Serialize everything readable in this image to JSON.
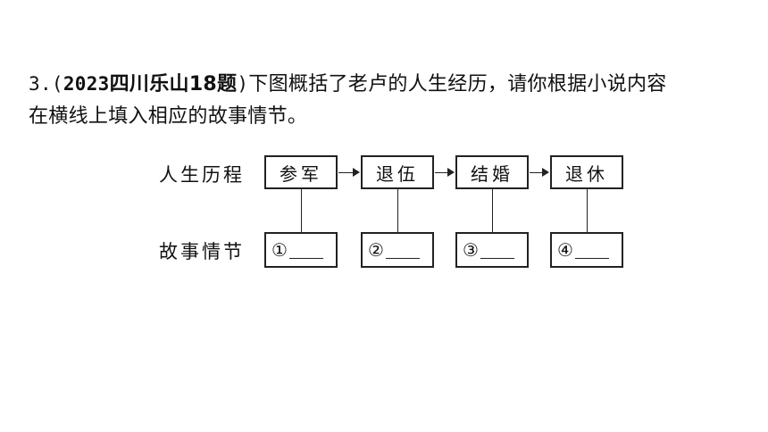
{
  "question": {
    "number": "3.",
    "source_open": "(",
    "source_year": "2023",
    "source_region": "四川乐山18题",
    "source_close": ")",
    "stem_line1": "下图概括了老卢的人生经历，请你根据小说内容",
    "stem_line2": "在横线上填入相应的故事情节。"
  },
  "diagram": {
    "row1_label": "人生历程",
    "row2_label": "故事情节",
    "stages": [
      "参军",
      "退伍",
      "结婚",
      "退休"
    ],
    "plots": [
      "①",
      "②",
      "③",
      "④"
    ]
  }
}
